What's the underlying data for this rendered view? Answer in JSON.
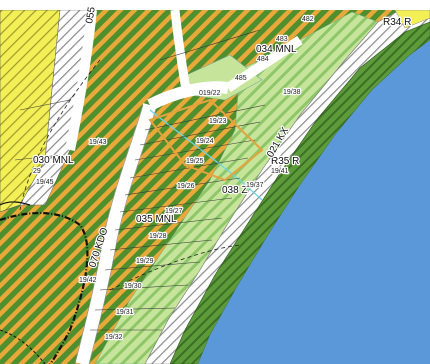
{
  "map": {
    "colors": {
      "water": "#5a98da",
      "forest_green": "#4f8f2e",
      "forest_stripe": "#e9a83a",
      "meadow_light": "#c6e59a",
      "yellow_zone": "#f3ef57",
      "road_gray": "#c9c9c9",
      "hatch_white": "#ffffff",
      "dark_shore": "#3f7a2a",
      "boundary_black": "#111111",
      "parcel_orange": "#e6a23c"
    },
    "zone_labels": [
      {
        "id": "z030",
        "text": "030 MNL"
      },
      {
        "id": "z034",
        "text": "034 MNL"
      },
      {
        "id": "z035",
        "text": "035 MNL"
      },
      {
        "id": "z038",
        "text": "038 Z"
      },
      {
        "id": "zR34",
        "text": "R34 R"
      },
      {
        "id": "zR35",
        "text": "R35 R"
      },
      {
        "id": "zKX",
        "text": "021 KX"
      },
      {
        "id": "zKDO",
        "text": "070 KDO"
      },
      {
        "id": "z055",
        "text": "055"
      },
      {
        "id": "z019",
        "text": "019/22"
      }
    ],
    "parcel_labels": [
      {
        "id": "p482",
        "text": "482"
      },
      {
        "id": "p483",
        "text": "483"
      },
      {
        "id": "p484",
        "text": "484"
      },
      {
        "id": "p485",
        "text": "485"
      },
      {
        "id": "p1938",
        "text": "19/38"
      },
      {
        "id": "p1923",
        "text": "19/23"
      },
      {
        "id": "p1924",
        "text": "19/24"
      },
      {
        "id": "p1925",
        "text": "19/25"
      },
      {
        "id": "p1926",
        "text": "19/26"
      },
      {
        "id": "p1927",
        "text": "19/27"
      },
      {
        "id": "p1928",
        "text": "19/28"
      },
      {
        "id": "p1929",
        "text": "19/29"
      },
      {
        "id": "p1930",
        "text": "19/30"
      },
      {
        "id": "p1931",
        "text": "19/31"
      },
      {
        "id": "p1932",
        "text": "19/32"
      },
      {
        "id": "p1937",
        "text": "19/37"
      },
      {
        "id": "p1941",
        "text": "19/41"
      },
      {
        "id": "p1942",
        "text": "19/42"
      },
      {
        "id": "p1943",
        "text": "19/43"
      },
      {
        "id": "p1945",
        "text": "19/45"
      },
      {
        "id": "p29",
        "text": "29"
      }
    ]
  }
}
